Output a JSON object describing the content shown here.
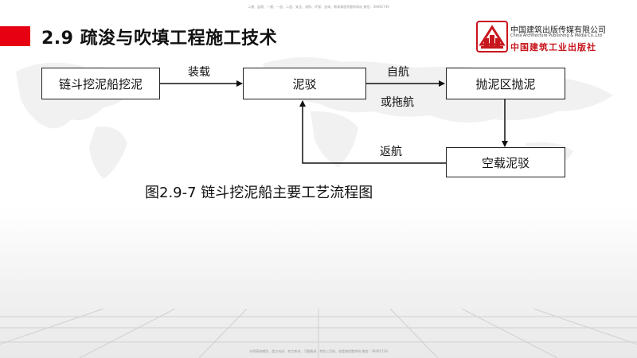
{
  "header": {
    "watermark_top": "二建、监理、一建、一造、二造、安全、消防、环保、咨询、教育课程考题库网站 微信：39491739",
    "title": "2.9 疏浚与吹填工程施工技术"
  },
  "publisher": {
    "cn_name": "中国建筑出版传媒有限公司",
    "en_name": "China Architecture Publishing & Media Co.,Ltd",
    "brand": "中国建筑工业出版社"
  },
  "flowchart": {
    "nodes": {
      "dredge": "链斗挖泥船挖泥",
      "barge": "泥驳",
      "dump": "抛泥区抛泥",
      "empty_barge": "空载泥驳"
    },
    "edges": {
      "loading": "装载",
      "self_propelled": "自航",
      "or_towed": "或拖航",
      "return": "返航"
    }
  },
  "caption": "图2.9-7  链斗挖泥船主要工艺流程图",
  "footer": {
    "watermark_bottom": "光明高校辅导、类企内训、考点串讲、习题精讲、考前三页纸、收看课程题库网 微信：39491739"
  }
}
